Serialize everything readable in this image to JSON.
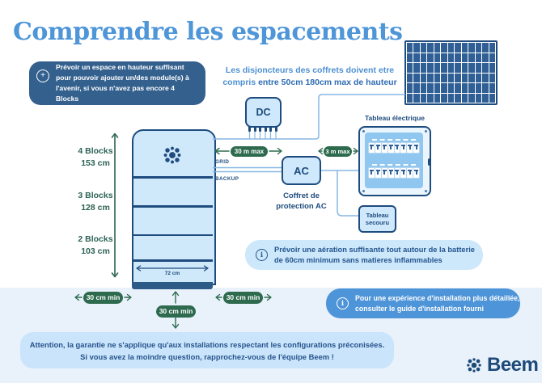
{
  "title": "Comprendre les espacements",
  "note": {
    "icon": "+",
    "text": "Prévoir un espace en hauteur suffisant pour pouvoir ajouter un/des module(s) à l'avenir, si vous n'avez pas encore 4 Blocks"
  },
  "breaker_rule": {
    "line1": "Les disjoncteurs des coffrets doivent etre",
    "line2_regular": "compris ",
    "line2_bold": "entre 50cm 180cm max de hauteur"
  },
  "solar_panel": {
    "rows": 6,
    "cols": 13
  },
  "boxes": {
    "dc_label": "DC",
    "ac_label": "AC",
    "ac_caption_line1": "Coffret de",
    "ac_caption_line2": "protection AC",
    "tableau_label": "Tableau électrique",
    "secouru_line1": "Tableau",
    "secouru_line2": "secouru"
  },
  "tableau": {
    "breaker_rows": 2,
    "modules_per_row": 8
  },
  "wires": {
    "grid_label": "GRID",
    "backup_label": "BACKUP"
  },
  "battery": {
    "width_label": "72 cm",
    "blocks": [
      {
        "name": "4 Blocks",
        "height": "153 cm"
      },
      {
        "name": "3 Blocks",
        "height": "128 cm"
      },
      {
        "name": "2 Blocks",
        "height": "103 cm"
      }
    ]
  },
  "pills": {
    "cable_30m": "30 m max",
    "cable_3m": "3 m max",
    "clearance_left": "30 cm min",
    "clearance_bottom": "30 cm min",
    "clearance_right": "30 cm min"
  },
  "info_aeration": {
    "icon": "i",
    "line1": "Prévoir une aération suffisante tout autour de la batterie",
    "line2": "de 60cm minimum sans matieres inflammables"
  },
  "info_guide": {
    "icon": "i",
    "line1": "Pour une expérience d'installation plus détaillée,",
    "line2": "consulter le guide d'installation fourni"
  },
  "warning": {
    "line1": "Attention, la garantie ne s'applique qu'aux installations respectant les configurations préconisées.",
    "line2": "Si vous avez la moindre question, rapprochez-vous de l'équipe Beem !"
  },
  "brand": "Beem",
  "colors": {
    "title_blue": "#4e96d8",
    "navy": "#1e4c7e",
    "note_box": "#34608e",
    "light_box_fill": "#cfe8fb",
    "pill_green": "#2e6b4e",
    "blocks_green": "#2d6355",
    "wire_blue": "#86b7e4",
    "bottom_strip": "#e9f2fb",
    "guide_box_blue": "#4e94d8",
    "warning_box": "#c9e4fb",
    "panel_cell": "#2f5f94"
  }
}
